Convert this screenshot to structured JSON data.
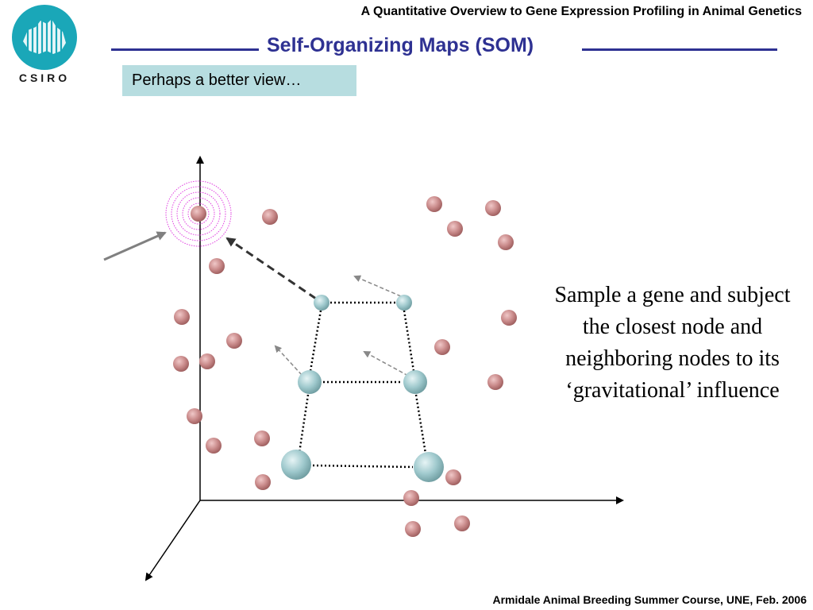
{
  "header": {
    "presentation_title": "A Quantitative Overview to Gene Expression Profiling in Animal Genetics"
  },
  "logo": {
    "name": "CSIRO",
    "color": "#1aa7b8",
    "icon": "csiro-logo-icon"
  },
  "slide": {
    "title": "Self-Organizing Maps (SOM)",
    "title_color": "#2e3192",
    "subtitle": "Perhaps a better view…",
    "subtitle_bg": "#b7dde0"
  },
  "diagram": {
    "caption": "Sample a gene and subject the closest node and neighboring nodes to its ‘gravitational’ influence",
    "gene_color": "#c98a8a",
    "node_color": "#9fc9cd",
    "target_ring_color": "#e040e0"
  },
  "footer": {
    "text": "Armidale Animal Breeding Summer Course, UNE, Feb. 2006"
  }
}
